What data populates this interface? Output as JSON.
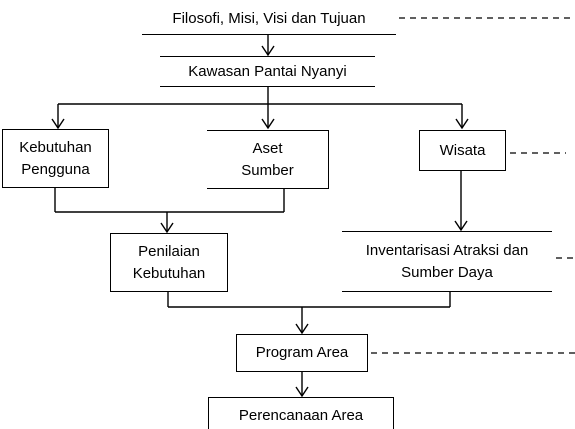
{
  "nodes": {
    "goals": "Filosofi, Misi, Visi dan Tujuan",
    "area": "Kawasan Pantai Nyanyi",
    "user_needs": [
      "Kebutuhan",
      "Pengguna"
    ],
    "resources": [
      "Aset",
      "Sumber"
    ],
    "tourism": "Wisata",
    "needs_assessment": [
      "Penilaian",
      "Kebutuhan"
    ],
    "inventory": [
      "Inventarisasi Atraksi dan",
      "Sumber Daya"
    ],
    "program": "Program Area",
    "planning": "Perencanaan Area"
  },
  "colors": {
    "line": "#000000",
    "background": "#ffffff"
  }
}
